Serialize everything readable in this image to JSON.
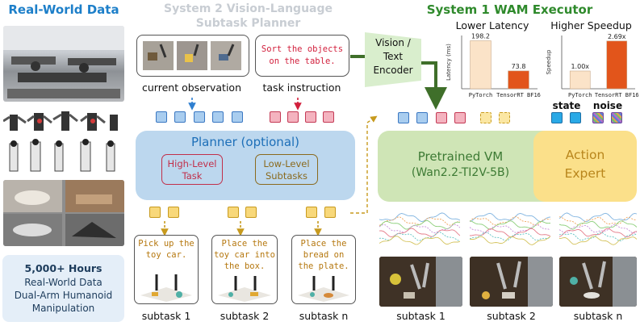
{
  "left": {
    "title": "Real-World Data",
    "stats_line1": "5,000+ Hours",
    "stats_line2": "Real-World Data",
    "stats_line3": "Dual-Arm Humanoid",
    "stats_line4": "Manipulation"
  },
  "middle": {
    "title_line1": "System 2 Vision-Language",
    "title_line2": "Subtask Planner",
    "current_observation": "current observation",
    "task_instruction": "task instruction",
    "instruction_line1": "Sort the objects",
    "instruction_line2": "on the table.",
    "planner_title": "Planner (optional)",
    "high_level_line1": "High-Level",
    "high_level_line2": "Task",
    "low_level_line1": "Low-Level",
    "low_level_line2": "Subtasks",
    "subtasks": [
      {
        "line1": "Pick up the",
        "line2": "toy car.",
        "line3": "",
        "label": "subtask 1"
      },
      {
        "line1": "Place the",
        "line2": "toy car into",
        "line3": "the box.",
        "label": "subtask 2"
      },
      {
        "line1": "Place the",
        "line2": "bread on",
        "line3": "the plate.",
        "label": "subtask n"
      }
    ]
  },
  "encoder": {
    "line1": "Vision /",
    "line2": "Text",
    "line3": "Encoder"
  },
  "right": {
    "title": "System 1 WAM Executor",
    "state_label": "state",
    "noise_label": "noise",
    "vm_line1": "Pretrained VM",
    "vm_line2": "(Wan2.2-TI2V-5B)",
    "action_line1": "Action",
    "action_line2": "Expert",
    "subtask_labels": [
      "subtask 1",
      "subtask 2",
      "subtask n"
    ]
  },
  "chart_data": [
    {
      "type": "bar",
      "title": "Lower Latency",
      "ylabel": "Latency (ms)",
      "categories": [
        "PyTorch",
        "TensorRT BF16"
      ],
      "values": [
        198.2,
        73.8
      ],
      "value_labels": [
        "198.2",
        "73.8"
      ],
      "colors": [
        "#fbe3c8",
        "#e2551b"
      ],
      "ylim": [
        0,
        220
      ]
    },
    {
      "type": "bar",
      "title": "Higher Speedup",
      "ylabel": "Speedup",
      "categories": [
        "PyTorch",
        "TensorRT BF16"
      ],
      "values": [
        1.0,
        2.69
      ],
      "value_labels": [
        "1.00x",
        "2.69x"
      ],
      "colors": [
        "#fbe3c8",
        "#e2551b"
      ],
      "ylim": [
        0,
        3
      ]
    }
  ],
  "colors": {
    "blue_title": "#1d7fc9",
    "green_title": "#2f8a2c",
    "planner_bg": "#bcd7ee",
    "vm_bg": "#cfe5b6",
    "action_bg": "#fbe08a",
    "arrow_green": "#3f6f2a"
  }
}
